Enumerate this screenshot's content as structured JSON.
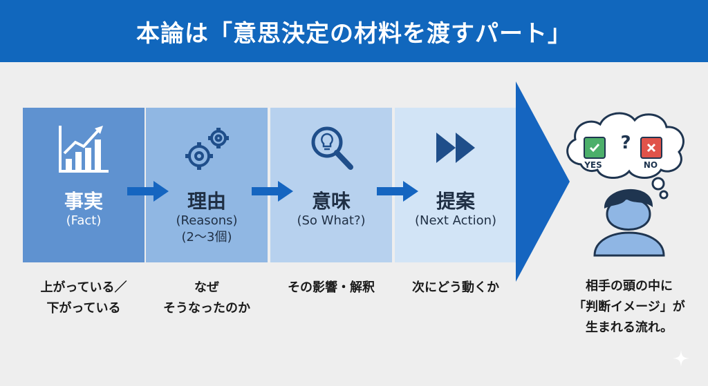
{
  "header": {
    "title": "本論は「意思決定の材料を渡すパート」"
  },
  "steps": [
    {
      "title": "事実",
      "subtitle": "(Fact)",
      "caption_lines": [
        "上がっている／",
        "下がっている"
      ],
      "icon": "rising-bar-chart-icon"
    },
    {
      "title": "理由",
      "subtitle": "(Reasons)",
      "subtitle2": "(2〜3個)",
      "caption_lines": [
        "なぜ",
        "そうなったのか"
      ],
      "icon": "gears-icon"
    },
    {
      "title": "意味",
      "subtitle": "(So What?)",
      "caption_lines": [
        "その影響・解釈"
      ],
      "icon": "magnifier-lightbulb-icon"
    },
    {
      "title": "提案",
      "subtitle": "(Next Action)",
      "caption_lines": [
        "次にどう動くか"
      ],
      "icon": "fast-forward-icon"
    }
  ],
  "decision": {
    "yes_label": "YES",
    "no_label": "NO",
    "question": "?",
    "caption_lines": [
      "相手の頭の中に",
      "「判断イメージ」が",
      "生まれる流れ。"
    ]
  },
  "colors": {
    "header": "#1167bd",
    "arrow": "#1565c0",
    "box1": "#5f92d0",
    "box2": "#90b7e3",
    "box3": "#b7d1ee",
    "box4": "#d2e4f6",
    "yes": "#4caf6a",
    "no": "#e0534a"
  }
}
